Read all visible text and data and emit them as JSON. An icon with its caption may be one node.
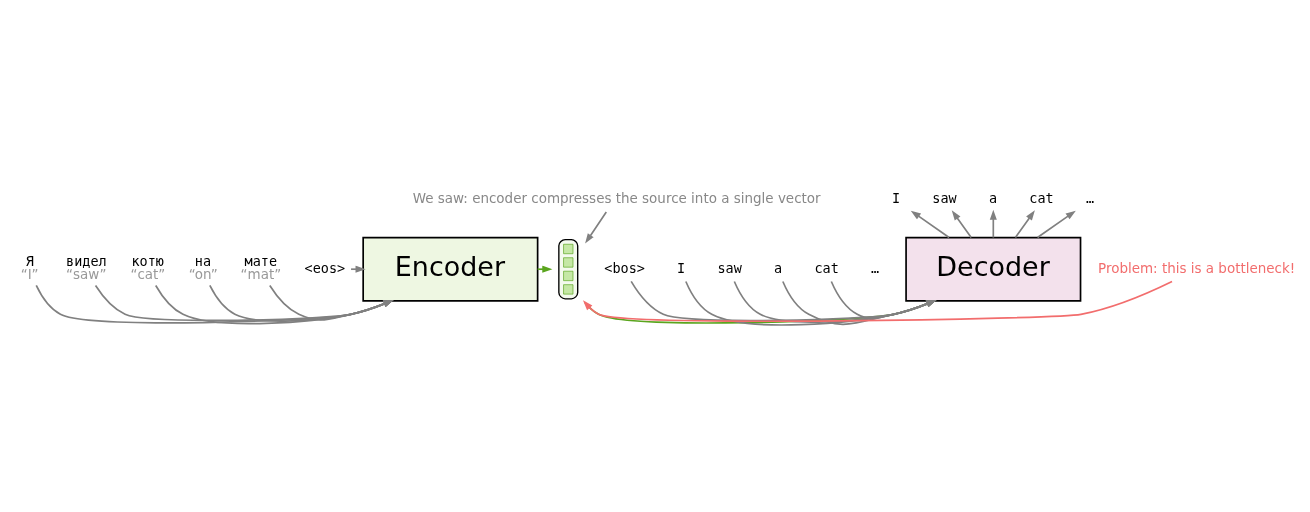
{
  "diagram": {
    "nodes": [
      {
        "text": [
          "Encoder"
        ]
      },
      {
        "text": [],
        "shape": "box"
      },
      {
        "text": [
          "Decoder"
        ]
      },
      {
        "text": [
          "Я"
        ],
        "beside": [
          "“I”"
        ]
      },
      {
        "text": [
          "видел"
        ],
        "beside": [
          "“saw”"
        ]
      },
      {
        "text": [
          "котю"
        ],
        "beside": [
          "“cat”"
        ]
      },
      {
        "text": [
          "на"
        ],
        "beside": [
          "“on”"
        ]
      },
      {
        "text": [
          "мате"
        ],
        "beside": [
          "“mat”"
        ]
      },
      {
        "text": [
          "<eos>"
        ]
      },
      {
        "text": [
          "<bos>"
        ]
      },
      {
        "text": [
          "I"
        ]
      },
      {
        "text": [
          "saw"
        ]
      },
      {
        "text": [
          "a"
        ]
      },
      {
        "text": [
          "cat"
        ]
      },
      {
        "text": [
          "I"
        ]
      },
      {
        "text": [
          "saw"
        ]
      },
      {
        "text": [
          "a"
        ]
      },
      {
        "text": [
          "cat"
        ]
      },
      {
        "text": [
          "…"
        ]
      },
      {
        "text": [
          "We saw: encoder compresses the source into a single vector"
        ]
      },
      {
        "text": [
          "Problem: this is a bottleneck!"
        ]
      }
    ],
    "edges": [
      {
        "from": 3,
        "to": 0,
        "arrow": "to"
      },
      {
        "from": 4,
        "to": 0,
        "arrow": "to"
      },
      {
        "from": 5,
        "to": 0,
        "arrow": "to"
      },
      {
        "from": 6,
        "to": 0,
        "arrow": "to"
      },
      {
        "from": 7,
        "to": 0,
        "arrow": "to"
      },
      {
        "from": 8,
        "to": 0,
        "arrow": "to"
      },
      {
        "from": 0,
        "to": 1,
        "arrow": "to",
        "color": "#5aa51e"
      },
      {
        "from": 1,
        "to": 2,
        "arrow": "to",
        "color": "#5aa51e"
      },
      {
        "from": 9,
        "to": 2,
        "arrow": "to"
      },
      {
        "from": 10,
        "to": 2,
        "arrow": "to"
      },
      {
        "from": 11,
        "to": 2,
        "arrow": "to"
      },
      {
        "from": 12,
        "to": 2,
        "arrow": "to"
      },
      {
        "from": 13,
        "to": 2,
        "arrow": "to"
      },
      {
        "from": 2,
        "to": 14,
        "arrow": "to"
      },
      {
        "from": 2,
        "to": 15,
        "arrow": "to"
      },
      {
        "from": 2,
        "to": 16,
        "arrow": "to"
      },
      {
        "from": 2,
        "to": 17,
        "arrow": "to"
      },
      {
        "from": 2,
        "to": 18,
        "arrow": "to"
      },
      {
        "from": 19,
        "to": 1,
        "arrow": "to"
      },
      {
        "from": 20,
        "to": 1,
        "arrow": "to",
        "color": "#f26d6d"
      }
    ],
    "labels": [
      "…"
    ]
  }
}
